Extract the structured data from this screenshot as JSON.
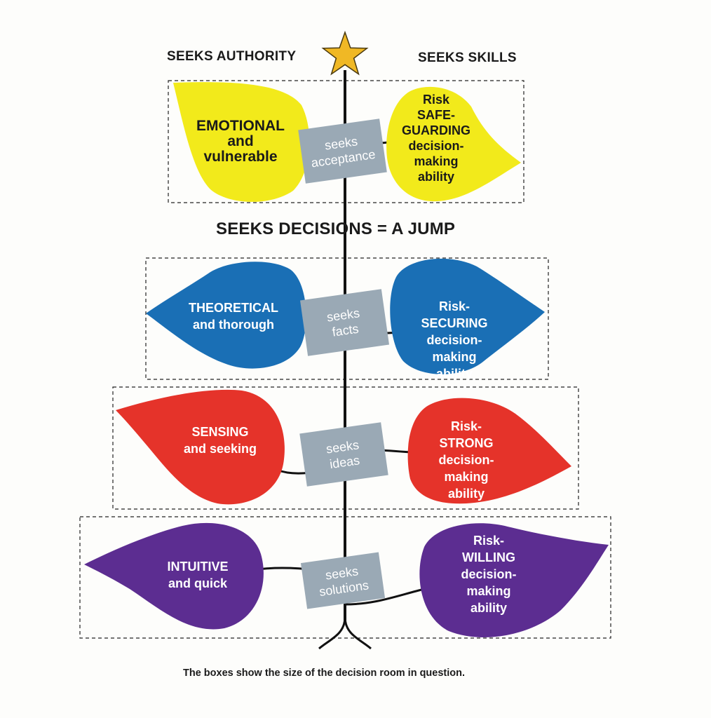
{
  "headers": {
    "left": "SEEKS AUTHORITY",
    "right": "SEEKS SKILLS",
    "middle": "SEEKS DECISIONS = A JUMP"
  },
  "caption": "The boxes show the size of the decision room in question.",
  "levels": [
    {
      "id": "yellow",
      "color": "#f2ea1b",
      "text_color": "#1a1a1a",
      "left_leaf": [
        "EMOTIONAL",
        "and",
        "vulnerable"
      ],
      "center_tag": [
        "seeks",
        "acceptance"
      ],
      "right_leaf": [
        "Risk",
        "SAFE-",
        "GUARDING",
        "decision-",
        "making",
        "ability"
      ]
    },
    {
      "id": "blue",
      "color": "#1a6fb5",
      "text_color": "#ffffff",
      "left_leaf": [
        "THEORETICAL",
        "and thorough"
      ],
      "center_tag": [
        "seeks",
        "facts"
      ],
      "right_leaf": [
        "Risk-",
        "SECURING",
        "decision-",
        "making",
        "ability"
      ]
    },
    {
      "id": "red",
      "color": "#e5332a",
      "text_color": "#ffffff",
      "left_leaf": [
        "SENSING",
        "and seeking"
      ],
      "center_tag": [
        "seeks",
        "ideas"
      ],
      "right_leaf": [
        "Risk-",
        "STRONG",
        "decision-",
        "making",
        "ability"
      ]
    },
    {
      "id": "purple",
      "color": "#5c2d91",
      "text_color": "#ffffff",
      "left_leaf": [
        "INTUITIVE",
        "and quick"
      ],
      "center_tag": [
        "seeks",
        "solutions"
      ],
      "right_leaf": [
        "Risk-",
        "WILLING",
        "decision-",
        "making",
        "ability"
      ]
    }
  ],
  "colors": {
    "tag_fill": "#9aa9b5",
    "star": "#f0b825",
    "trunk": "#111111"
  }
}
